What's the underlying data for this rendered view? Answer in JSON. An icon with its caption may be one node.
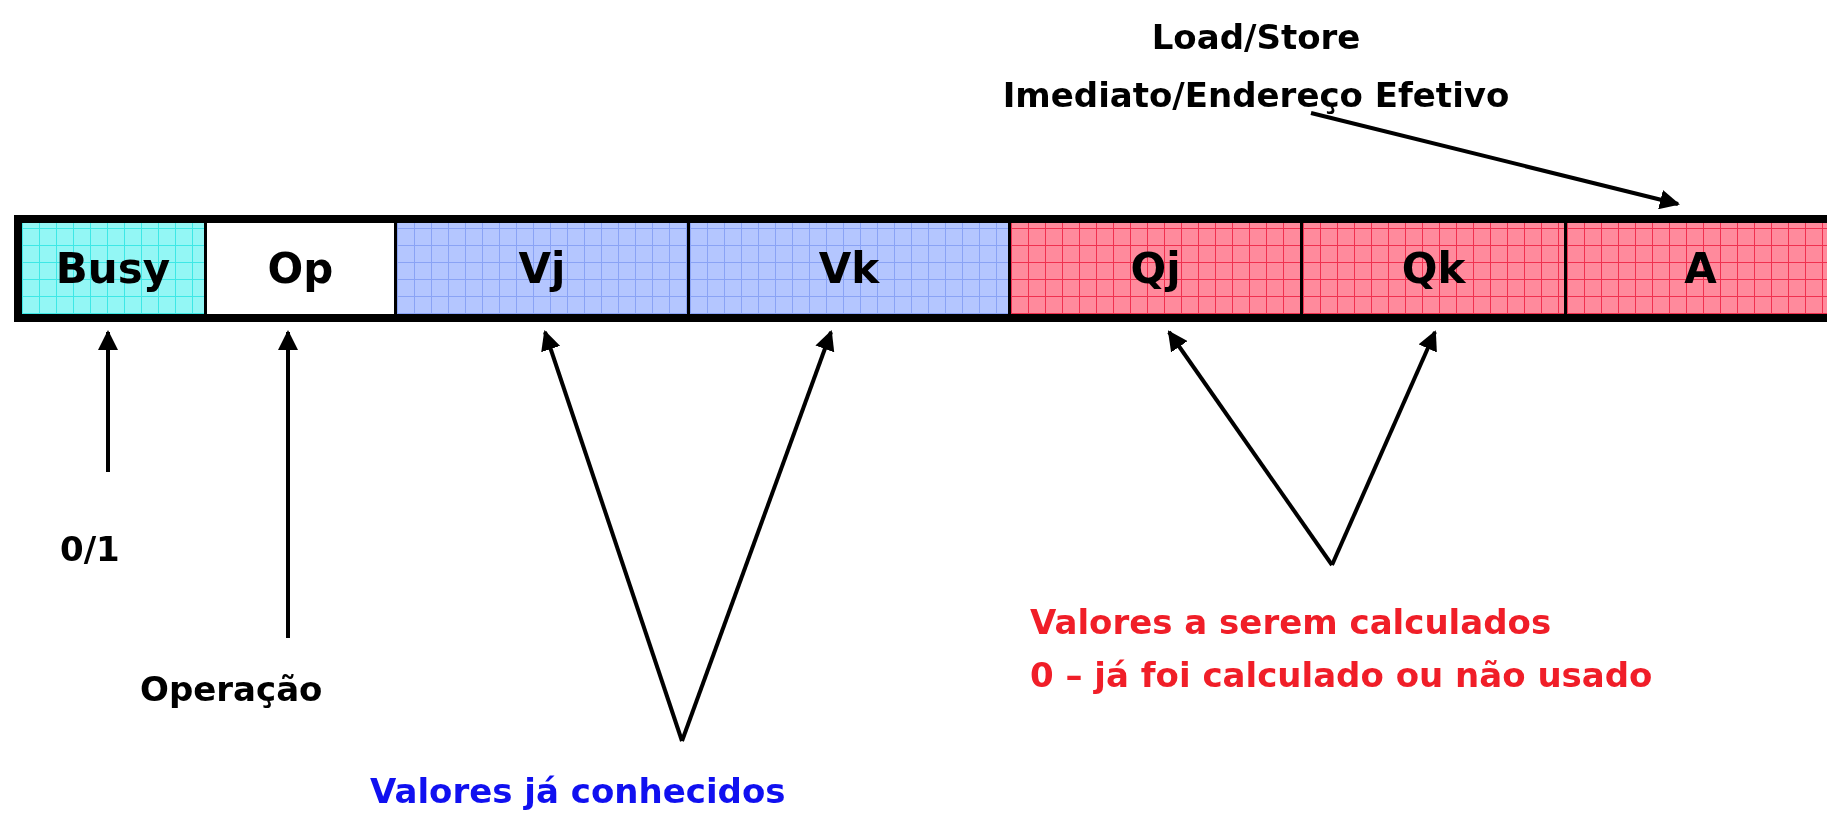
{
  "diagram": {
    "nodes": [
      {
        "text": [
          "Busy"
        ]
      },
      {
        "text": [
          "Op"
        ]
      },
      {
        "text": [
          "Vj"
        ]
      },
      {
        "text": [
          "Vk"
        ]
      },
      {
        "text": [
          "Qj"
        ]
      },
      {
        "text": [
          "Qk"
        ]
      },
      {
        "text": [
          "A"
        ]
      },
      {
        "text": [
          "0/1"
        ]
      },
      {
        "text": [
          "Operação"
        ]
      },
      {
        "text": [
          "Valores já conhecidos"
        ]
      },
      {
        "text": [
          "Valores a serem calculados",
          "0 – já foi calculado ou não usado"
        ]
      },
      {
        "text": [
          "Load/Store",
          "Imediato/Endereço Efetivo"
        ]
      }
    ],
    "edges": [
      {
        "from": 7,
        "to": 0,
        "arrow": "to"
      },
      {
        "from": 8,
        "to": 1,
        "arrow": "to"
      },
      {
        "from": 9,
        "to": 2,
        "arrow": "to"
      },
      {
        "from": 9,
        "to": 3,
        "arrow": "to"
      },
      {
        "from": 10,
        "to": 4,
        "arrow": "to"
      },
      {
        "from": 10,
        "to": 5,
        "arrow": "to"
      },
      {
        "from": 11,
        "to": 6,
        "arrow": "to"
      }
    ]
  }
}
